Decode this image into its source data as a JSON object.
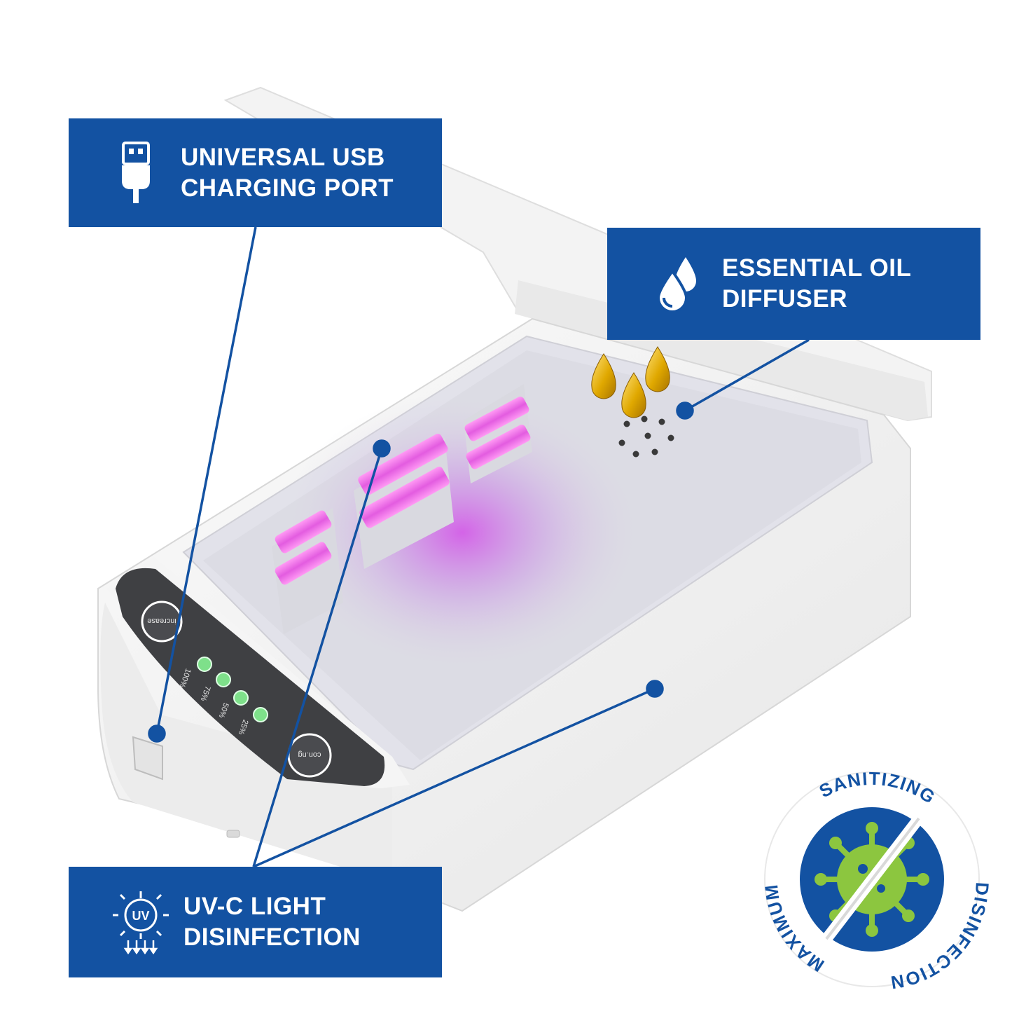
{
  "callouts": {
    "usb": {
      "line1": "UNIVERSAL USB",
      "line2": "CHARGING PORT",
      "icon": "usb-plug-icon"
    },
    "oil": {
      "line1": "ESSENTIAL OIL",
      "line2": "DIFFUSER",
      "icon": "water-drops-icon"
    },
    "uv": {
      "line1": "UV-C LIGHT",
      "line2": "DISINFECTION",
      "icon": "uv-sun-icon",
      "icon_text": "UV"
    }
  },
  "panel": {
    "button_top": "increase",
    "button_bottom": "con.ng",
    "levels": [
      "100%",
      "75%",
      "50%",
      "25%"
    ]
  },
  "badge": {
    "text_top": "SANITIZING",
    "text_left": "MAXIMUM",
    "text_right_bottom": "DISINFECTION",
    "icon": "virus-crossed-icon"
  },
  "colors": {
    "brand_blue": "#1352a2",
    "uv_glow": "#e35ce0",
    "oil_gold": "#e0a800",
    "virus_green": "#8cc63f",
    "indicator_green": "#7ee08a"
  }
}
